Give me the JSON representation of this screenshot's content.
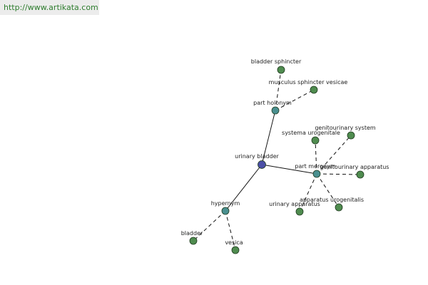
{
  "header": {
    "url": "http://www.artikata.com"
  },
  "colors": {
    "root": "#4b4fa6",
    "relation": "#4a9090",
    "term": "#4f8c4f",
    "edge": "#111111"
  },
  "graph": {
    "nodes": [
      {
        "id": "urinary-bladder",
        "label": "urinary bladder",
        "kind": "root"
      },
      {
        "id": "part-holonym",
        "label": "part holonym",
        "kind": "relation"
      },
      {
        "id": "part-meronym",
        "label": "part meronym",
        "kind": "relation"
      },
      {
        "id": "hypernym",
        "label": "hypernym",
        "kind": "relation"
      },
      {
        "id": "bladder-sphincter",
        "label": "bladder sphincter",
        "kind": "term"
      },
      {
        "id": "musculus-sphincter-vesicae",
        "label": "musculus sphincter vesicae",
        "kind": "term"
      },
      {
        "id": "systema-urogenitale",
        "label": "systema urogenitale",
        "kind": "term"
      },
      {
        "id": "genitourinary-system",
        "label": "genitourinary system",
        "kind": "term"
      },
      {
        "id": "genitourinary-apparatus",
        "label": "genitourinary apparatus",
        "kind": "term"
      },
      {
        "id": "apparatus-urogenitalis",
        "label": "apparatus urogenitalis",
        "kind": "term"
      },
      {
        "id": "urinary-apparatus",
        "label": "urinary apparatus",
        "kind": "term"
      },
      {
        "id": "bladder",
        "label": "bladder",
        "kind": "term"
      },
      {
        "id": "vesica",
        "label": "vesica",
        "kind": "term"
      }
    ],
    "edges": [
      {
        "from": "urinary-bladder",
        "to": "part-holonym",
        "style": "solid"
      },
      {
        "from": "urinary-bladder",
        "to": "part-meronym",
        "style": "solid"
      },
      {
        "from": "urinary-bladder",
        "to": "hypernym",
        "style": "solid"
      },
      {
        "from": "part-holonym",
        "to": "bladder-sphincter",
        "style": "dashed"
      },
      {
        "from": "part-holonym",
        "to": "musculus-sphincter-vesicae",
        "style": "dashed"
      },
      {
        "from": "part-meronym",
        "to": "systema-urogenitale",
        "style": "dashed"
      },
      {
        "from": "part-meronym",
        "to": "genitourinary-system",
        "style": "dashed"
      },
      {
        "from": "part-meronym",
        "to": "genitourinary-apparatus",
        "style": "dashed"
      },
      {
        "from": "part-meronym",
        "to": "apparatus-urogenitalis",
        "style": "dashed"
      },
      {
        "from": "part-meronym",
        "to": "urinary-apparatus",
        "style": "dashed"
      },
      {
        "from": "hypernym",
        "to": "bladder",
        "style": "dashed"
      },
      {
        "from": "hypernym",
        "to": "vesica",
        "style": "dashed"
      }
    ]
  }
}
